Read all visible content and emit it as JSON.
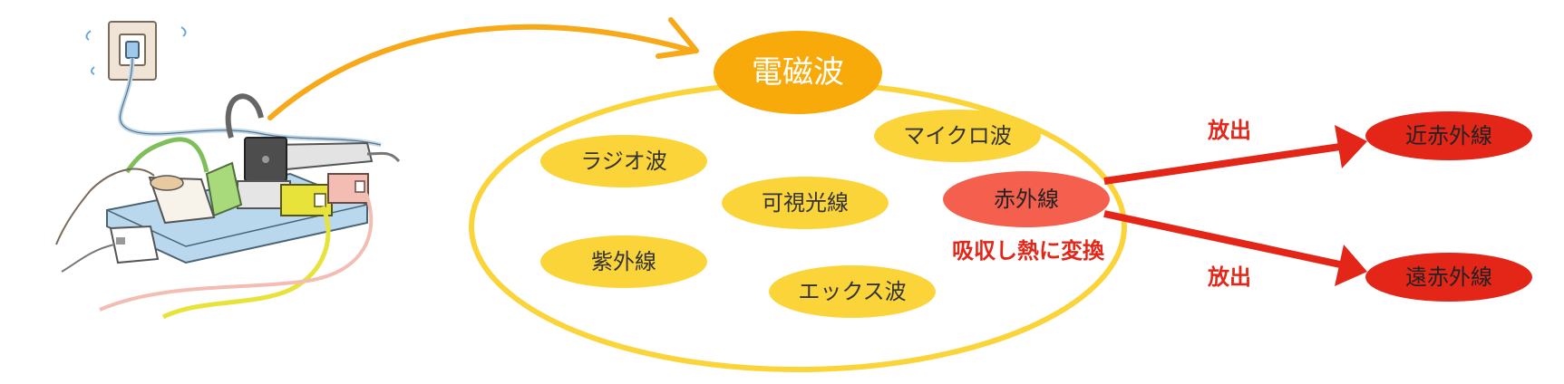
{
  "diagram": {
    "center_label": "電磁波",
    "waves": {
      "radio": "ラジオ波",
      "visible": "可視光線",
      "microwave": "マイクロ波",
      "ultraviolet": "紫外線",
      "xray": "エックス波",
      "infrared": "赤外線"
    },
    "absorb_note": "吸収し熱に変換",
    "emit_upper": "放出",
    "emit_lower": "放出",
    "near_infrared": "近赤外線",
    "far_infrared": "遠赤外線"
  },
  "colors": {
    "source_arrow": "#F7A91A",
    "big_ellipse_stroke": "#FBD43A",
    "center_fill": "#F7AA0A",
    "wave_fill": "#FBD43A",
    "infrared_fill": "#F5604E",
    "emit_red": "#E32618",
    "text_red": "#E32618",
    "power_strip": "#B9D8EE",
    "yellow_plug": "#E7E33A",
    "green_plug": "#A8D97B",
    "pink_plug": "#F3BDB4"
  }
}
